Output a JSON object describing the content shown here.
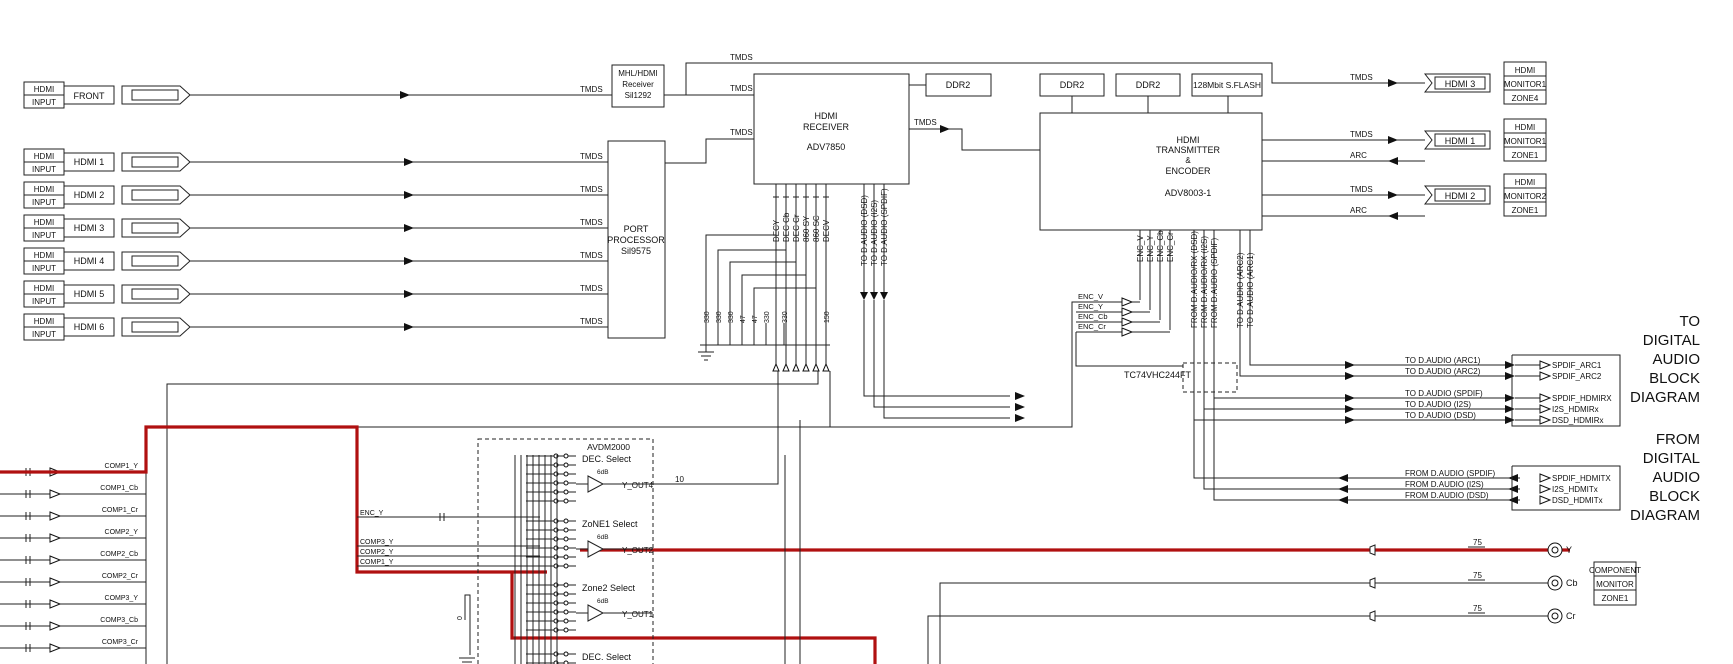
{
  "inputs": {
    "front": {
      "tag": [
        "HDMI",
        "INPUT"
      ],
      "label": "FRONT"
    },
    "rows": [
      {
        "tag": [
          "HDMI",
          "INPUT"
        ],
        "label": "HDMI 1"
      },
      {
        "tag": [
          "HDMI",
          "INPUT"
        ],
        "label": "HDMI 2"
      },
      {
        "tag": [
          "HDMI",
          "INPUT"
        ],
        "label": "HDMI 3"
      },
      {
        "tag": [
          "HDMI",
          "INPUT"
        ],
        "label": "HDMI 4"
      },
      {
        "tag": [
          "HDMI",
          "INPUT"
        ],
        "label": "HDMI 5"
      },
      {
        "tag": [
          "HDMI",
          "INPUT"
        ],
        "label": "HDMI 6"
      }
    ]
  },
  "signal": "TMDS",
  "chips": {
    "mhl": [
      "MHL/HDMI",
      "Receiver",
      "Sil1292"
    ],
    "port": [
      "PORT",
      "PROCESSOR",
      "Sil9575"
    ],
    "receiver": [
      "HDMI",
      "RECEIVER",
      "ADV7850"
    ],
    "transmitter": [
      "HDMI",
      "TRANSMITTER",
      "&",
      "ENCODER",
      "ADV8003-1"
    ],
    "ddr_rx": "DDR2",
    "ddr_tx_1": "DDR2",
    "ddr_tx_2": "DDR2",
    "flash": "128Mbit S.FLASH",
    "tc": "TC74VHC244FT",
    "avdm": "AVDM2000"
  },
  "rx_outputs": [
    "DECY",
    "DEC Cb",
    "DEC Cr",
    "860 SY",
    "860 SC",
    "DECV"
  ],
  "rx_audio": [
    "TO D.AUDIO (DSD)",
    "TO D.AUDIO (I2S)",
    "TO D.AUDIO (SPDIF)"
  ],
  "resistors": [
    "330",
    "330",
    "330",
    "47",
    "47",
    "330",
    "330",
    "150"
  ],
  "enc_lines": [
    "ENC_V",
    "ENC_Y",
    "ENC_Cb",
    "ENC_Cr"
  ],
  "enc_labels": [
    "ENC_V",
    "ENC_Y",
    "ENC_Cb",
    "ENC_Cr"
  ],
  "tx_audio": [
    "FROM D.AUDIO/RX (DSD)",
    "FROM D.AUDIO/RX (I2S)",
    "FROM D.AUDIO (SPDIF)",
    "TO D.AUDIO (ARC2)",
    "TO D.AUDIO (ARC1)"
  ],
  "arc": "ARC",
  "monitors": [
    {
      "port": "HDMI 3",
      "lines": [
        "HDMI",
        "MONITOR1",
        "ZONE4"
      ]
    },
    {
      "port": "HDMI 1",
      "lines": [
        "HDMI",
        "MONITOR1",
        "ZONE1"
      ]
    },
    {
      "port": "HDMI 2",
      "lines": [
        "HDMI",
        "MONITOR2",
        "ZONE1"
      ]
    }
  ],
  "to_digital": [
    "TO",
    "DIGITAL",
    "AUDIO",
    "BLOCK",
    "DIAGRAM"
  ],
  "from_digital": [
    "FROM",
    "DIGITAL",
    "AUDIO",
    "BLOCK",
    "DIAGRAM"
  ],
  "to_labels": [
    "TO D.AUDIO (ARC1)",
    "TO D.AUDIO (ARC2)",
    "TO D.AUDIO (SPDIF)",
    "TO D.AUDIO (I2S)",
    "TO D.AUDIO (DSD)"
  ],
  "to_right": [
    "SPDIF_ARC1",
    "SPDIF_ARC2",
    "SPDIF_HDMIRX",
    "I2S_HDMIRx",
    "DSD_HDMIRx"
  ],
  "from_labels": [
    "FROM D.AUDIO (SPDIF)",
    "FROM D.AUDIO (I2S)",
    "FROM D.AUDIO (DSD)"
  ],
  "from_right": [
    "SPDIF_HDMITX",
    "I2S_HDMITx",
    "DSD_HDMITx"
  ],
  "comp_inputs": [
    "COMP1_Y",
    "COMP1_Cb",
    "COMP1_Cr",
    "COMP2_Y",
    "COMP2_Cb",
    "COMP2_Cr",
    "COMP3_Y",
    "COMP3_Cb",
    "COMP3_Cr"
  ],
  "mux_inputs": [
    "ENC_Y",
    "COMP3_Y",
    "COMP2_Y",
    "COMP1_Y"
  ],
  "selects": [
    "DEC. Select",
    "ZoNE1 Select",
    "Zone2 Select",
    "DEC. Select"
  ],
  "gains": [
    "6dB",
    "6dB",
    "6dB"
  ],
  "mux_outputs": [
    "Y_OUT4",
    "Y_OUT2",
    "Y_OUT1"
  ],
  "resistor_10": "10",
  "gnd_value": "0",
  "comp_out": {
    "ohms": [
      "75",
      "75",
      "75"
    ],
    "labels": [
      "Y",
      "Cb",
      "Cr"
    ],
    "monitor": [
      "COMPONENT",
      "MONITOR",
      "ZONE1"
    ]
  }
}
